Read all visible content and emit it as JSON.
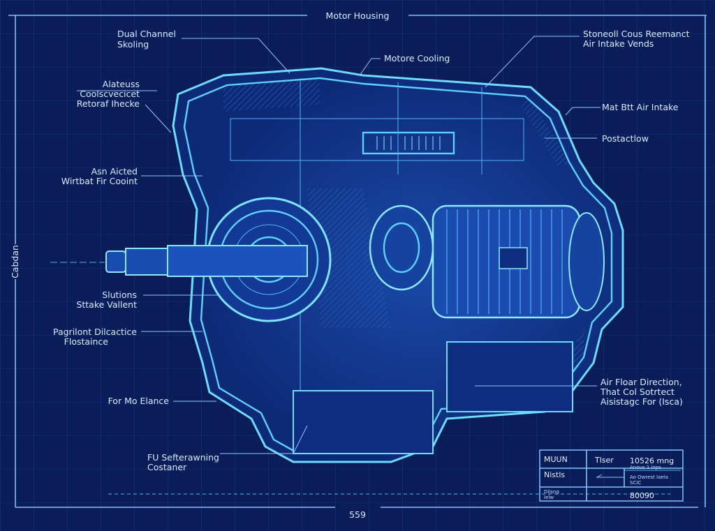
{
  "title": "Motor Housing",
  "bottom_dimension": "559",
  "side_dimension": "Cabdan",
  "labels": {
    "dual_channel": [
      "Dual Channel",
      "Skoling"
    ],
    "motore_cooling": "Motore Cooling",
    "air_intake_vends": [
      "Stoneoll Cous Reemanct",
      "Air Intake Vends"
    ],
    "alateuss": [
      "Alateuss",
      "Coolscvecicet",
      "Retoraf Ihecke"
    ],
    "mat_air_intake": "Mat Btt Air Intake",
    "postactlow": "Postactlow",
    "asn_aicted": [
      "Asn Aicted",
      "Wirtbat Fir Cooint"
    ],
    "slutions": [
      "Slutions",
      "Sttake Vallent"
    ],
    "pagrilont": [
      "Pagrilont Dilcactice",
      "Flostaince"
    ],
    "for_moelance": "For Mo Elance",
    "fu_sefterawning": [
      "FU Sefterawning",
      "Costaner"
    ],
    "air_floar": [
      "Air Floar Direction,",
      "That Col Sotrtect",
      "Aisistagc For (Isca)"
    ]
  },
  "title_block": {
    "r1c1": "MUUN",
    "r1c2": "Tlser",
    "r1c3": "10526 mng",
    "r1c3_sub": "Anous 1 inps",
    "r2c1": "Nistls",
    "r2c3": "Ao Owrest Iaela",
    "r2c3_sub": "SCIC",
    "r3c1": "Dlisng",
    "r3c1_sub": "Ielw",
    "r3c3": "80090"
  },
  "colors": {
    "background": "#0a1d58",
    "line": "#5fd0ff",
    "text": "#d6ecff"
  }
}
